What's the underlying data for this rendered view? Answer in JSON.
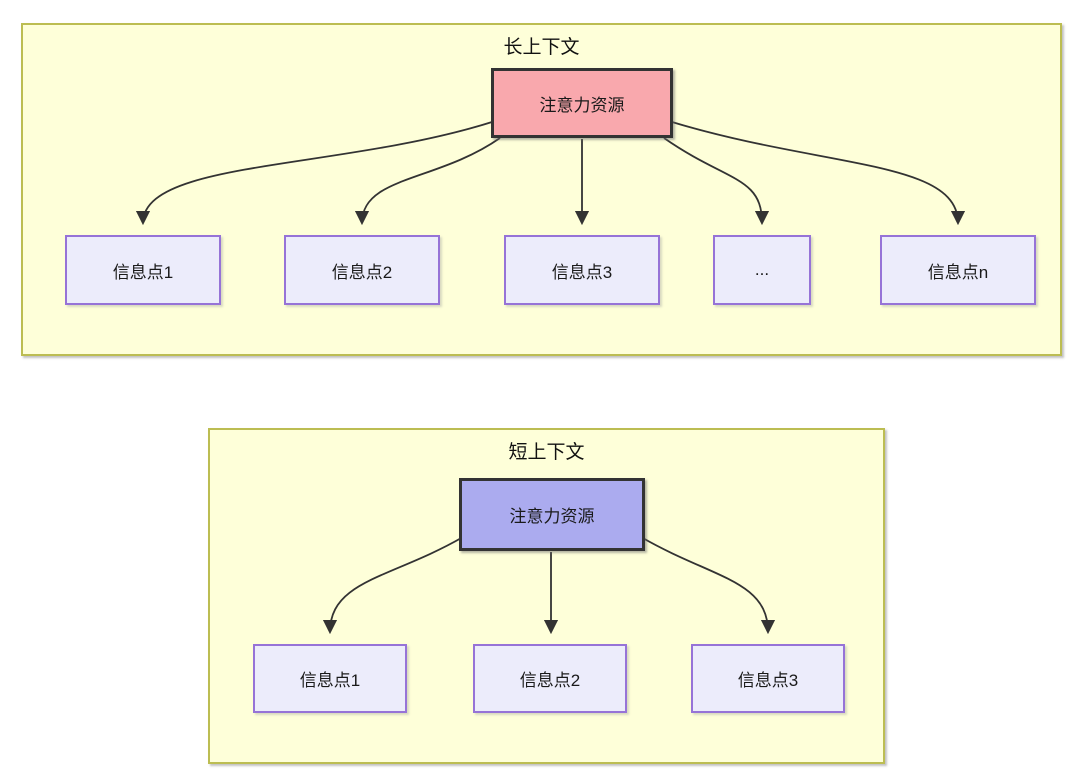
{
  "diagram": {
    "long_context": {
      "title": "长上下文",
      "source": {
        "label": "注意力资源"
      },
      "items": [
        {
          "label": "信息点1"
        },
        {
          "label": "信息点2"
        },
        {
          "label": "信息点3"
        },
        {
          "label": "..."
        },
        {
          "label": "信息点n"
        }
      ]
    },
    "short_context": {
      "title": "短上下文",
      "source": {
        "label": "注意力资源"
      },
      "items": [
        {
          "label": "信息点1"
        },
        {
          "label": "信息点2"
        },
        {
          "label": "信息点3"
        }
      ]
    },
    "colors": {
      "container_fill": "#FEFFD9",
      "container_border": "#BCBD52",
      "long_source_fill": "#F9A8AD",
      "short_source_fill": "#ABABEF",
      "item_fill": "#ECECFB",
      "item_border": "#9673D7",
      "arrow": "#333333",
      "node_border": "#333333"
    }
  }
}
